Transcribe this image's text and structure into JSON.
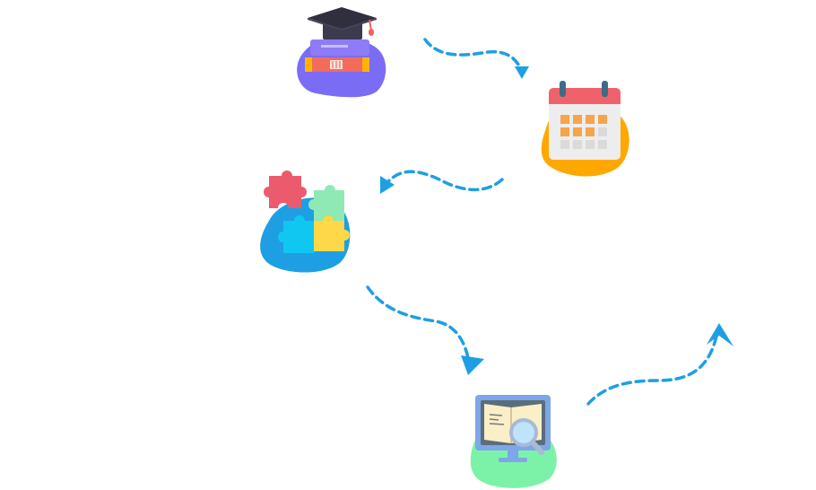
{
  "diagram": {
    "steps": [
      {
        "id": "education",
        "icon": "graduation-books-icon",
        "blob_color": "#7B6CF6"
      },
      {
        "id": "schedule",
        "icon": "calendar-icon",
        "blob_color": "#FFA800"
      },
      {
        "id": "problem-solving",
        "icon": "puzzle-icon",
        "blob_color": "#1E9FE4"
      },
      {
        "id": "research",
        "icon": "monitor-book-magnifier-icon",
        "blob_color": "#7CF2A8"
      }
    ],
    "connector_color": "#1E9FE4"
  }
}
